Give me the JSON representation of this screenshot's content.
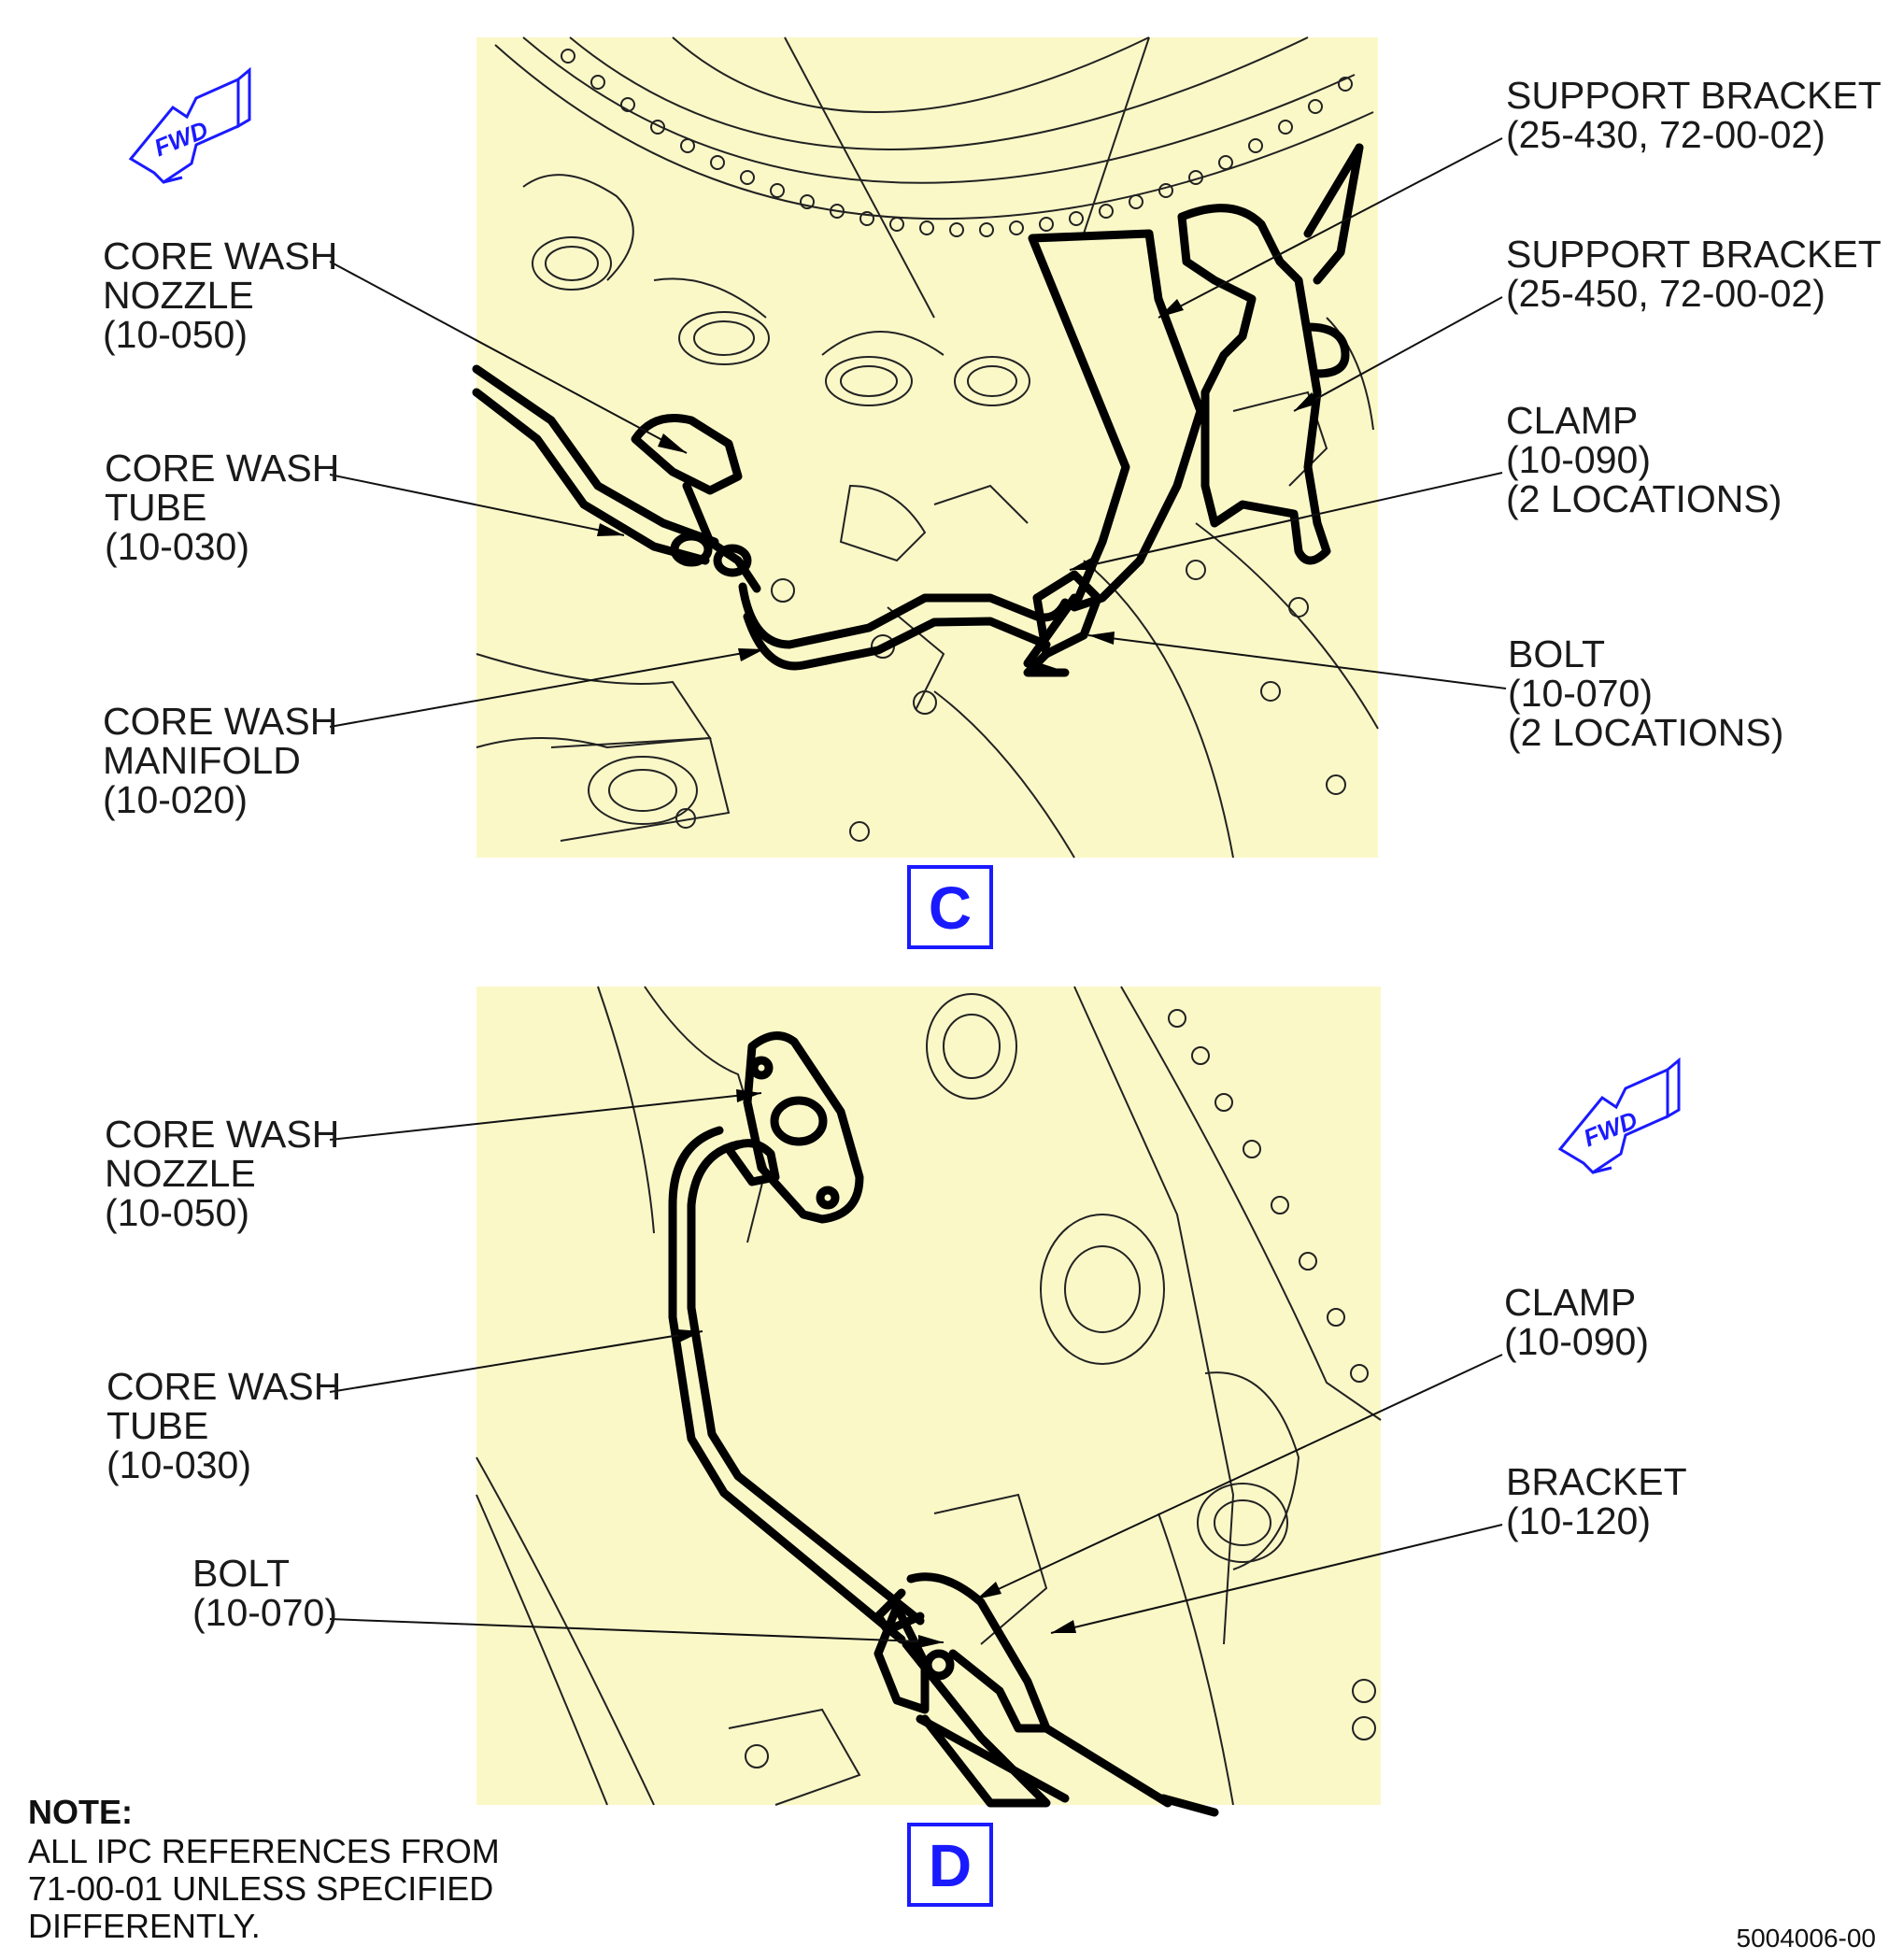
{
  "colors": {
    "panel_fill": "#fbf8c8",
    "label_text": "#1a1a1a",
    "view_id_blue": "#1a1aff",
    "fwd_arrow_blue": "#1a1aff"
  },
  "fwd_indicator": {
    "text": "FWD",
    "icon": "fwd-arrow-icon"
  },
  "view_c": {
    "id": "C",
    "labels": {
      "nozzle": [
        "CORE WASH",
        "NOZZLE",
        "(10-050)"
      ],
      "tube": [
        "CORE WASH",
        "TUBE",
        "(10-030)"
      ],
      "manifold": [
        "CORE WASH",
        "MANIFOLD",
        "(10-020)"
      ],
      "bracket_430": [
        "SUPPORT BRACKET",
        "(25-430, 72-00-02)"
      ],
      "bracket_450": [
        "SUPPORT BRACKET",
        "(25-450, 72-00-02)"
      ],
      "clamp": [
        "CLAMP",
        "(10-090)",
        "(2 LOCATIONS)"
      ],
      "bolt": [
        "BOLT",
        "(10-070)",
        "(2 LOCATIONS)"
      ]
    }
  },
  "view_d": {
    "id": "D",
    "labels": {
      "nozzle": [
        "CORE WASH",
        "NOZZLE",
        "(10-050)"
      ],
      "tube": [
        "CORE WASH",
        "TUBE",
        "(10-030)"
      ],
      "bolt": [
        "BOLT",
        "(10-070)"
      ],
      "clamp": [
        "CLAMP",
        "(10-090)"
      ],
      "bracket": [
        "BRACKET",
        "(10-120)"
      ]
    }
  },
  "note": {
    "heading": "NOTE:",
    "lines": [
      "ALL IPC REFERENCES FROM",
      "71-00-01 UNLESS SPECIFIED",
      "DIFFERENTLY."
    ]
  },
  "drawing_number": "5004006-00"
}
